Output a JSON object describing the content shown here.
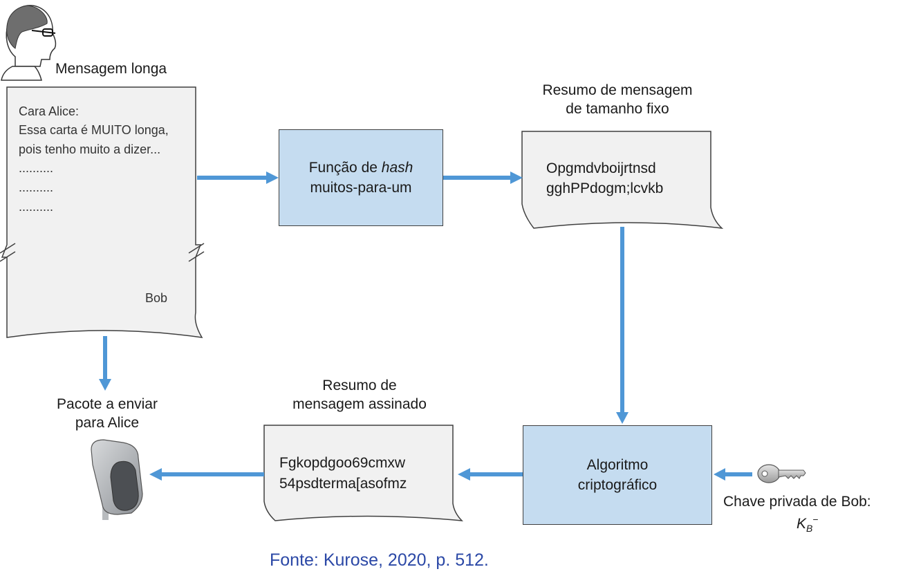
{
  "sender": {
    "avatar_icon": "person-head-icon",
    "label": "Mensagem longa"
  },
  "letter": {
    "lines": [
      "Cara Alice:",
      "Essa carta é MUITO longa,",
      "pois tenho muito a dizer...",
      "..........",
      "..........",
      ".........."
    ],
    "signature": "Bob"
  },
  "hash_box": {
    "line1_prefix": "Função de ",
    "line1_emphasis": "hash",
    "line2": "muitos-para-um"
  },
  "digest": {
    "title_line1": "Resumo de mensagem",
    "title_line2": "de tamanho fixo",
    "line1": "Opgmdvboijrtnsd",
    "line2": "gghPPdogm;lcvkb"
  },
  "crypto_box": {
    "line1": "Algoritmo",
    "line2": "criptográfico"
  },
  "key": {
    "icon": "key-icon",
    "label": "Chave privada de Bob:",
    "symbol_base": "K",
    "symbol_sub": "B",
    "symbol_sup": "−"
  },
  "signed": {
    "title_line1": "Resumo de",
    "title_line2": "mensagem assinado",
    "line1": "Fgkopdgoo69cmxw",
    "line2": "54psdterma[asofmz"
  },
  "packet": {
    "icon": "mailbox-icon",
    "label_line1": "Pacote a enviar",
    "label_line2": "para Alice"
  },
  "source": "Fonte: Kurose, 2020, p. 512.",
  "colors": {
    "arrow": "#4f97d6",
    "box_fill": "#c5dcf0",
    "doc_fill": "#f1f1f1",
    "source_text": "#2b48a6"
  }
}
